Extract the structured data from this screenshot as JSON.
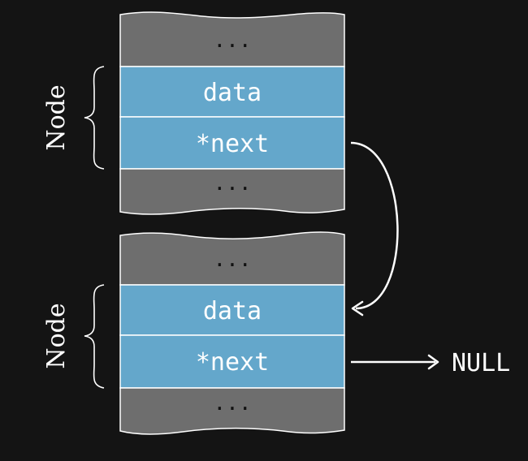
{
  "nodes": [
    {
      "top_ellipsis": "...",
      "data_label": "data",
      "next_label": "*next",
      "bottom_ellipsis": "...",
      "brace_label": "Node"
    },
    {
      "top_ellipsis": "...",
      "data_label": "data",
      "next_label": "*next",
      "bottom_ellipsis": "...",
      "brace_label": "Node"
    }
  ],
  "null_label": "NULL",
  "colors": {
    "background": "#141414",
    "field_fill": "#64a7cb",
    "padding_fill": "#6e6e6e",
    "stroke": "#ffffff",
    "text": "#ffffff",
    "ellipsis_text": "#111111"
  }
}
